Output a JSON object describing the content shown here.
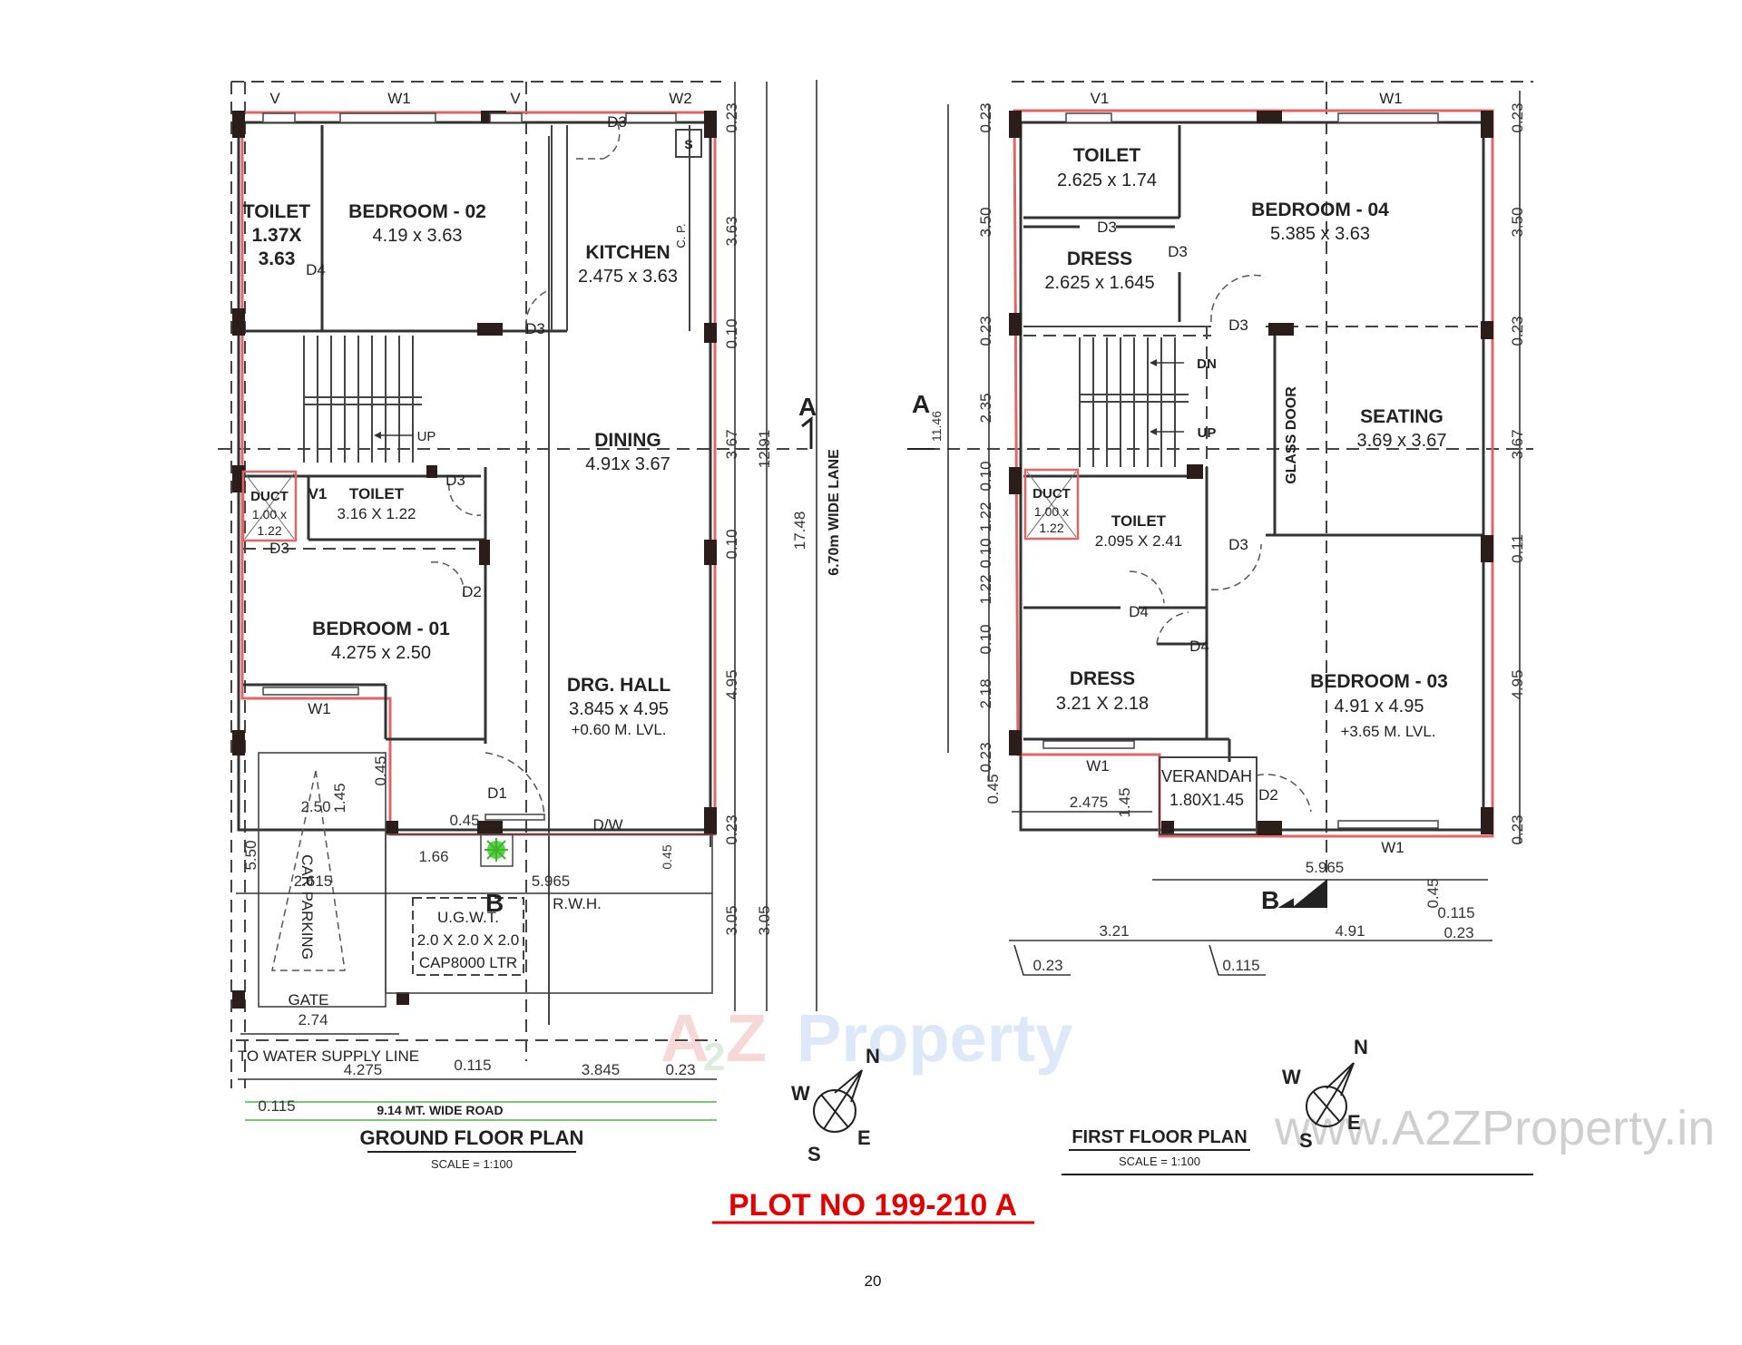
{
  "document": {
    "plot_title": "PLOT NO 199-210 A",
    "page_number": "20",
    "colors": {
      "plot_outline": "#e06666",
      "plot_title": "#e00000",
      "road_line": "#7cc576"
    },
    "watermark": {
      "brand_a": "A",
      "brand_2": "2",
      "brand_z": "Z",
      "brand_rest": "Property",
      "url": "www.A2ZProperty.in"
    }
  },
  "ground_floor": {
    "title": "GROUND FLOOR PLAN",
    "scale": "SCALE = 1:100",
    "rooms": [
      {
        "name": "TOILET",
        "dims_line1": "1.37X",
        "dims_line2": "3.63"
      },
      {
        "name": "BEDROOM - 02",
        "dims": "4.19 x 3.63"
      },
      {
        "name": "KITCHEN",
        "dims": "2.475 x 3.63"
      },
      {
        "name": "DINING",
        "dims": "4.91x 3.67"
      },
      {
        "name": "DUCT",
        "dims_line1": "1.00 x",
        "dims_line2": "1.22"
      },
      {
        "name": "TOILET",
        "dims": "3.16 X 1.22"
      },
      {
        "name": "BEDROOM - 01",
        "dims": "4.275 x 2.50"
      },
      {
        "name": "DRG. HALL",
        "dims": "3.845 x 4.95",
        "level": "+0.60 M. LVL."
      }
    ],
    "openings": {
      "v": "V",
      "w1": "W1",
      "w2": "W2",
      "v1": "V1",
      "d1": "D1",
      "d2": "D2",
      "d3": "D3",
      "d4": "D4",
      "dw": "D/W",
      "sink": "S",
      "cp": "C. P.",
      "up": "UP"
    },
    "site": {
      "car_parking": "CAR PARKING",
      "gate": "GATE",
      "ugwt_line1": "U.G.W.T.",
      "ugwt_line2": "2.0 X 2.0 X 2.0",
      "ugwt_line3": "CAP8000 LTR",
      "rwh": "R.W.H.",
      "water_supply": "TO WATER SUPPLY LINE",
      "road": "9.14 MT. WIDE ROAD",
      "lane": "6.70m WIDE LANE"
    },
    "dimensions": {
      "right_col": [
        "0.23",
        "3.63",
        "0.10",
        "3.67",
        "0.10",
        "4.95",
        "0.23",
        "3.05"
      ],
      "overall_1": "12.91",
      "overall_2": "17.48",
      "overall_3": "3.05",
      "left_550": "5.50",
      "p250": "2.50",
      "p145": "1.45",
      "p045a": "0.45",
      "p045b": "0.45",
      "p045c": "0.45",
      "p166": "1.66",
      "p2615": "2.615",
      "p5965": "5.965",
      "p274": "2.74",
      "bottom": [
        "4.275",
        "0.115",
        "3.845",
        "0.23"
      ],
      "bottom_left": "0.115"
    },
    "section_a": "A",
    "section_b": "B"
  },
  "first_floor": {
    "title": "FIRST FLOOR PLAN",
    "scale": "SCALE = 1:100",
    "rooms": [
      {
        "name": "TOILET",
        "dims": "2.625 x 1.74"
      },
      {
        "name": "BEDROOM - 04",
        "dims": "5.385 x 3.63"
      },
      {
        "name": "DRESS",
        "dims": "2.625 x 1.645"
      },
      {
        "name": "SEATING",
        "dims": "3.69 x 3.67"
      },
      {
        "name": "DUCT",
        "dims_line1": "1.00 x",
        "dims_line2": "1.22"
      },
      {
        "name": "TOILET",
        "dims": "2.095 X 2.41"
      },
      {
        "name": "DRESS",
        "dims": "3.21 X 2.18"
      },
      {
        "name": "BEDROOM - 03",
        "dims": "4.91 x 4.95",
        "level": "+3.65 M. LVL."
      },
      {
        "name": "VERANDAH",
        "dims": "1.80X1.45"
      }
    ],
    "openings": {
      "v1": "V1",
      "w1": "W1",
      "d2": "D2",
      "d3": "D3",
      "d4": "D4",
      "glass_door": "GLASS DOOR",
      "dn": "DN",
      "up": "UP"
    },
    "dimensions": {
      "left_col": [
        "0.23",
        "3.50",
        "0.23",
        "2.35",
        "0.10",
        "1.22",
        "0.10",
        "1.22",
        "0.10",
        "2.18",
        "0.23",
        "0.45"
      ],
      "overall": "11.46",
      "right_col": [
        "0.23",
        "3.50",
        "0.23",
        "3.67",
        "0.11",
        "4.95",
        "0.23"
      ],
      "p2475": "2.475",
      "p145": "1.45",
      "p5965": "5.965",
      "p045": "0.45",
      "p0115r": "0.115",
      "p023r": "0.23",
      "bottom": [
        "3.21",
        "4.91"
      ],
      "bottom_notes": [
        "0.23",
        "0.115"
      ]
    },
    "section_a": "A",
    "section_b": "B"
  },
  "compass": {
    "n": "N",
    "s": "S",
    "e": "E",
    "w": "W"
  }
}
